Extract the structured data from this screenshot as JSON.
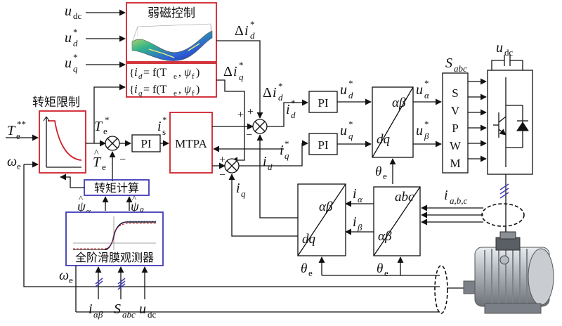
{
  "blocks": {
    "flux_weakening": "弱磁控制",
    "torque_limit": "转矩限制",
    "torque_calc": "转矩计算",
    "observer": "全阶滑膜观测器",
    "pi": "PI",
    "mtpa": "MTPA",
    "svpwm": [
      "S",
      "V",
      "P",
      "W",
      "M"
    ],
    "trans_alpha_beta": "αβ",
    "trans_dq": "dq",
    "trans_abc": "abc"
  },
  "signals": {
    "u_dc": "u",
    "u_dc_sub": "dc",
    "u": "u",
    "i": "i",
    "d": "d",
    "q": "q",
    "star": "*",
    "T": "T",
    "T_sub": "e",
    "T_sup_star": "**",
    "omega": "ω",
    "e": "e",
    "theta": "θ",
    "psi": "ψ",
    "alpha": "α",
    "beta": "β",
    "S": "S",
    "abc": "abc",
    "i_abc_label": "a,b,c",
    "delta": "Δ",
    "sum_signs": [
      "+",
      "+",
      "−",
      "+",
      "−",
      "−"
    ]
  },
  "equations": {
    "id_eq": "i",
    "func": "= f(T",
    "psi_f": "ψ",
    "f_sub": "f"
  },
  "colors": {
    "red_block": "#d0202a",
    "blue_block": "#3f3ab5",
    "line": "#111111"
  }
}
